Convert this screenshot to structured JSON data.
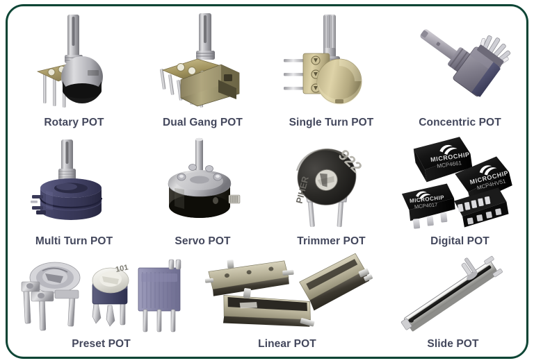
{
  "poster": {
    "background_color": "#ffffff",
    "border_color": "#0c4434",
    "caption_color": "#43475c",
    "title": "",
    "layout": "4-4-3 grid of potentiometer photographs with bold captions"
  },
  "items": [
    {
      "id": "rotary",
      "label": "Rotary POT",
      "row": 1,
      "col": 1
    },
    {
      "id": "dual-gang",
      "label": "Dual Gang POT",
      "row": 1,
      "col": 2
    },
    {
      "id": "single-turn",
      "label": "Single Turn POT",
      "row": 1,
      "col": 3
    },
    {
      "id": "concentric",
      "label": "Concentric POT",
      "row": 1,
      "col": 4
    },
    {
      "id": "multi-turn",
      "label": "Multi Turn POT",
      "row": 2,
      "col": 1
    },
    {
      "id": "servo",
      "label": "Servo POT",
      "row": 2,
      "col": 2
    },
    {
      "id": "trimmer",
      "label": "Trimmer POT",
      "row": 2,
      "col": 3
    },
    {
      "id": "digital",
      "label": "Digital POT",
      "row": 2,
      "col": 4
    },
    {
      "id": "preset",
      "label": "Preset POT",
      "row": 3,
      "col": 1
    },
    {
      "id": "linear",
      "label": "Linear POT",
      "row": 3,
      "col": 2
    },
    {
      "id": "slide",
      "label": "Slide POT",
      "row": 3,
      "col": 3
    }
  ],
  "markings": {
    "trimmer_code": "922",
    "digital_brand": "MICROCHIP",
    "digital_parts": [
      "MCP4661",
      "MCP4017",
      "MCP4HV51"
    ],
    "preset_code": "101"
  }
}
